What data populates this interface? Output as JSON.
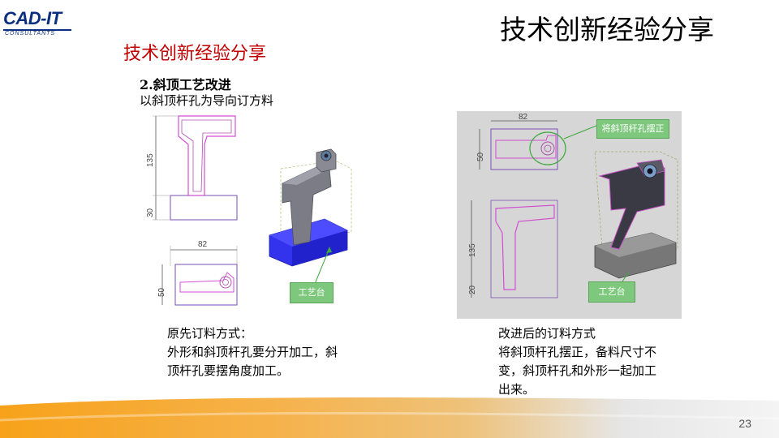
{
  "logo": {
    "text": "CAD-IT",
    "sub": "CONSULTANTS"
  },
  "main_title": "技术创新经验分享",
  "sub_title": "技术创新经验分享",
  "section": {
    "heading": "2.斜顶工艺改进",
    "description": "以斜顶杆孔为导向订方料"
  },
  "left_figure": {
    "dim_top": "135",
    "dim_bottom": "30",
    "dim_width": "82",
    "dim_height": "50",
    "label": "工艺台"
  },
  "right_figure": {
    "dim_width": "82",
    "dim_height": "50",
    "dim_top": "135",
    "dim_bottom": "20",
    "callout": "将斜顶杆孔摆正",
    "label": "工艺台"
  },
  "left_text": {
    "title": "原先订料方式：",
    "body": "外形和斜顶杆孔要分开加工，斜顶杆孔要摆角度加工。"
  },
  "right_text": {
    "title": "改进后的订料方式",
    "body": "将斜顶杆孔摆正，备料尺寸不变，斜顶杆孔和外形一起加工出来。"
  },
  "page_number": "23"
}
